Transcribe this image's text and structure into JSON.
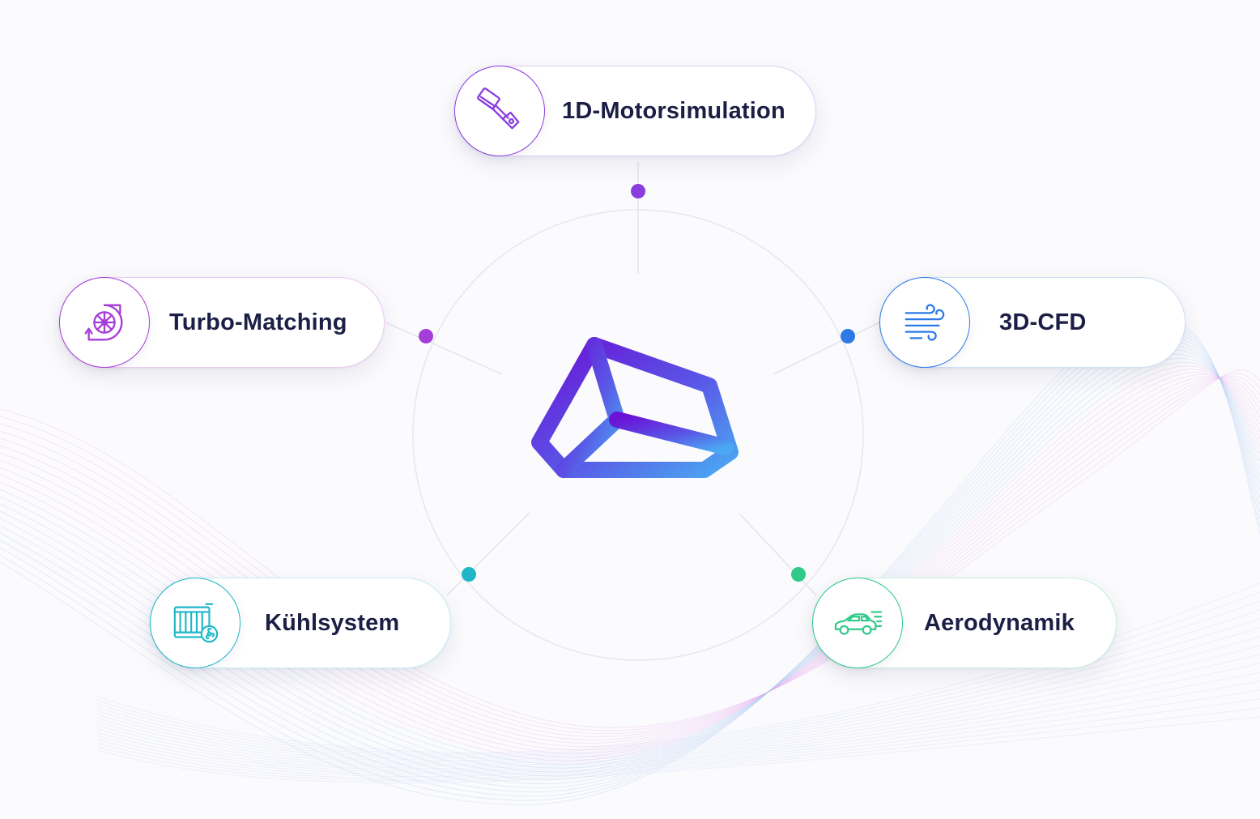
{
  "hub": {
    "logo": "hexagonal-prism-logo-icon"
  },
  "nodes": [
    {
      "id": "motor",
      "label": "1D-Motorsimulation",
      "icon": "piston-icon",
      "color": "#8a3ee0"
    },
    {
      "id": "turbo",
      "label": "Turbo-Matching",
      "icon": "turbocharger-icon",
      "color": "#a53ed8"
    },
    {
      "id": "cfd",
      "label": "3D-CFD",
      "icon": "airflow-icon",
      "color": "#2d7ae6"
    },
    {
      "id": "kuehl",
      "label": "Kühlsystem",
      "icon": "radiator-icon",
      "color": "#1fb7c8"
    },
    {
      "id": "aero",
      "label": "Aerodynamik",
      "icon": "car-aero-icon",
      "color": "#2fc98a"
    }
  ]
}
